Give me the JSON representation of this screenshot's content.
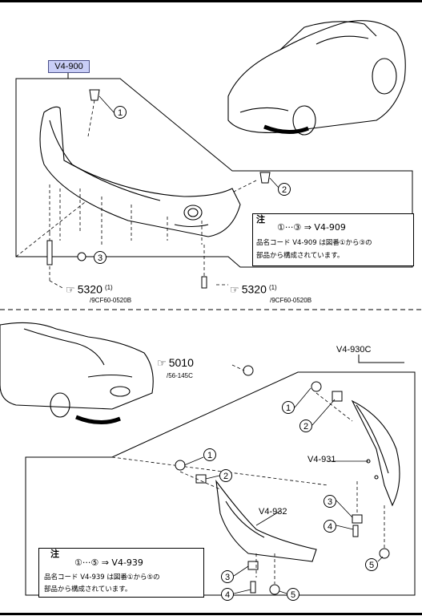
{
  "upper_section": {
    "assembly_ref": "V4-900",
    "callouts": [
      "1",
      "2",
      "3"
    ],
    "note": {
      "title": "注",
      "line1": "①···③ ⇒ V4-909",
      "line2": "品名コード V4-909 は図番①から③の",
      "line3": "部品から構成されています。"
    },
    "ref_left": {
      "page": "5320",
      "qty": "(1)",
      "code": "/9CF60-0520B"
    },
    "ref_right": {
      "page": "5320",
      "qty": "(1)",
      "code": "/9CF60-0520B"
    }
  },
  "lower_section": {
    "assembly_ref": "V4-930C",
    "part_931": "V4-931",
    "part_932": "V4-932",
    "ref_top": {
      "page": "5010",
      "code": "/56-145C"
    },
    "callouts": [
      "1",
      "2",
      "3",
      "4",
      "5"
    ],
    "note": {
      "title": "注",
      "line1": "①···⑤ ⇒ V4-939",
      "line2": "品名コード V4-939 は図番①から⑤の",
      "line3": "部品から構成されています。"
    }
  },
  "icons": [
    "hand-pointer-icon",
    "car-front-icon",
    "car-rear-icon"
  ]
}
